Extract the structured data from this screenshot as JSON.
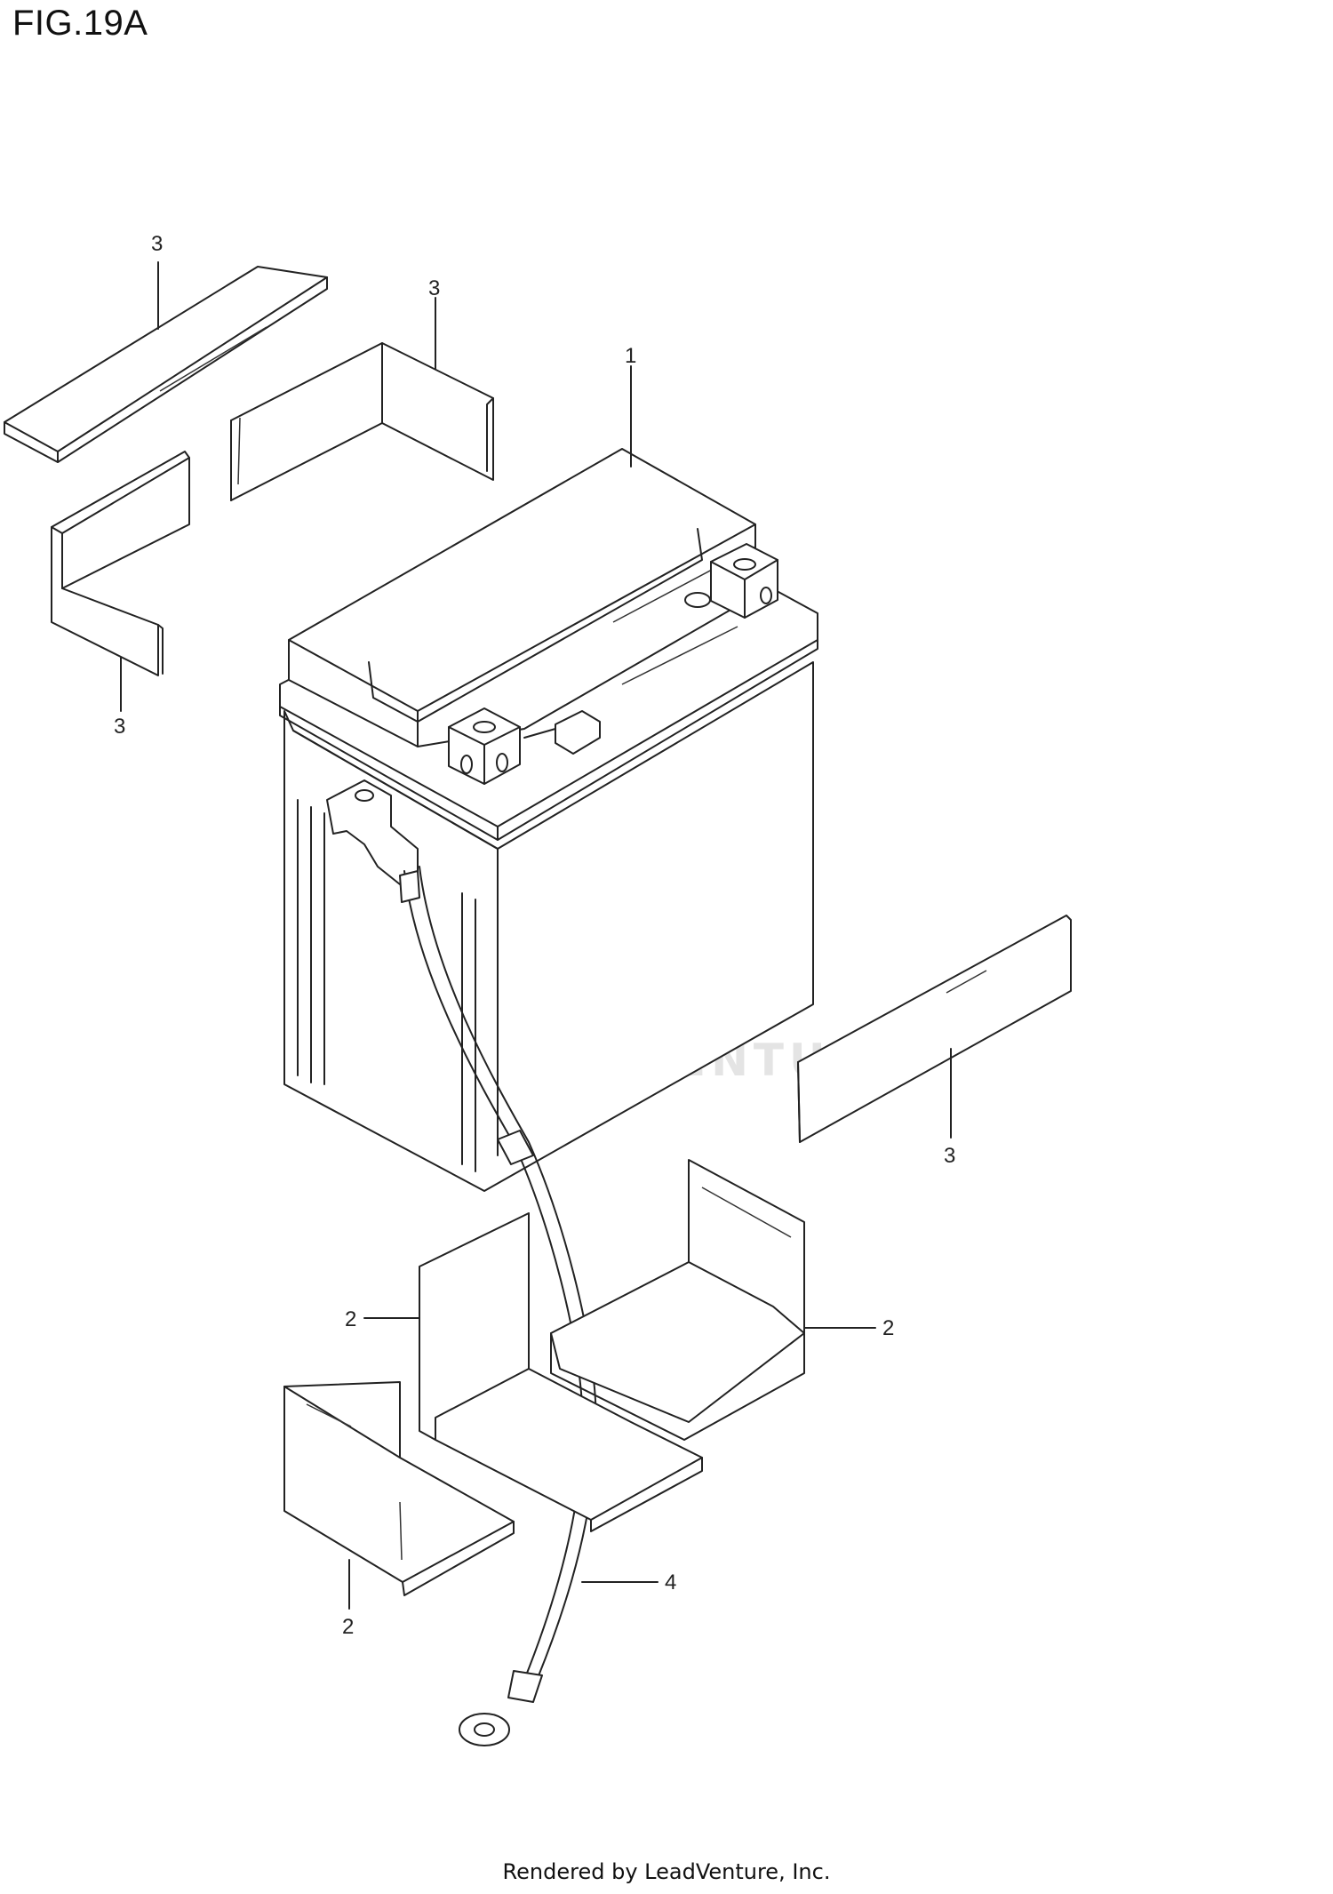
{
  "figure": {
    "title": "FIG.19A"
  },
  "callouts": {
    "battery": "1",
    "pad_bottom_left": "2",
    "pad_bottom_center_left": "2",
    "pad_bottom_right": "2",
    "pad_top_left_flat": "3",
    "pad_top_center": "3",
    "pad_left_bent": "3",
    "pad_right_flat": "3",
    "cable": "4"
  },
  "watermark": {
    "text": "LEADVENTURE"
  },
  "footer": {
    "credit": "Rendered by LeadVenture, Inc."
  }
}
